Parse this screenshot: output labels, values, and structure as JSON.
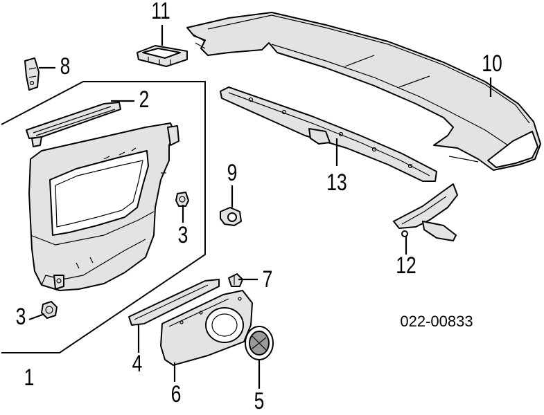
{
  "diagram_code": "022-00833",
  "callouts": {
    "c1": "1",
    "c2": "2",
    "c3a": "3",
    "c3b": "3",
    "c4": "4",
    "c5": "5",
    "c6": "6",
    "c7": "7",
    "c8": "8",
    "c9": "9",
    "c10": "10",
    "c11": "11",
    "c12": "12",
    "c13": "13"
  }
}
